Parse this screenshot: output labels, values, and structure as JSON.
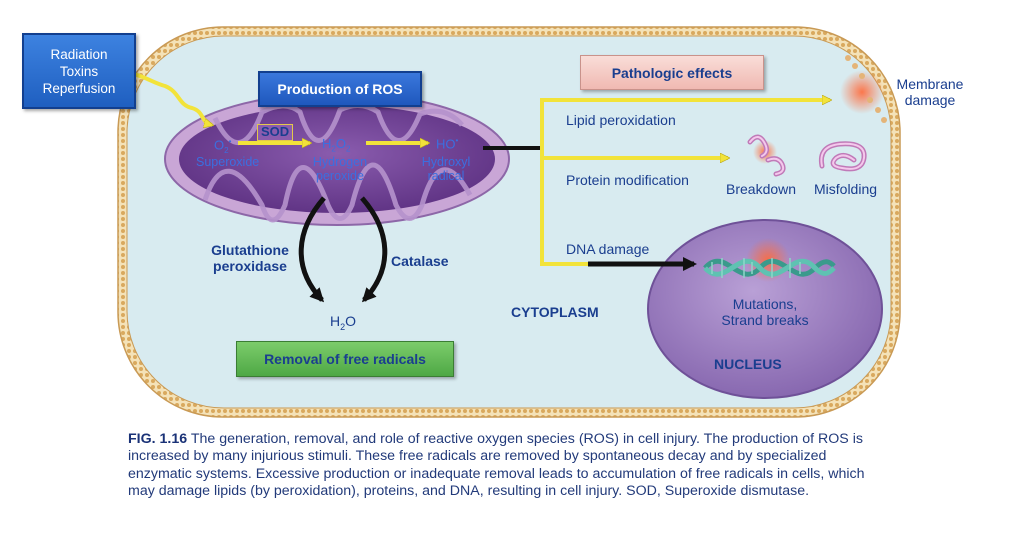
{
  "stimuli": [
    "Radiation",
    "Toxins",
    "Reperfusion"
  ],
  "production_title": "Production of ROS",
  "species": [
    {
      "formula_base": "O",
      "formula_sub": "2",
      "formula_sup": "•",
      "name": "Superoxide"
    },
    {
      "formula_base": "H",
      "formula_sub": "2",
      "formula_mid": "O",
      "formula_sub2": "2",
      "name_line1": "Hydrogen",
      "name_line2": "peroxide"
    },
    {
      "formula_base": "HO",
      "formula_sup": "•",
      "name_line1": "Hydroxyl",
      "name_line2": "radical"
    }
  ],
  "enzyme_sod": "SOD",
  "glutathione_line1": "Glutathione",
  "glutathione_line2": "peroxidase",
  "catalase": "Catalase",
  "water_base": "H",
  "water_sub": "2",
  "water_mid": "O",
  "removal_title": "Removal of free radicals",
  "pathologic_title": "Pathologic effects",
  "effects": [
    "Lipid peroxidation",
    "Protein modification",
    "DNA damage"
  ],
  "membrane_line1": "Membrane",
  "membrane_line2": "damage",
  "protein_outcomes": [
    "Breakdown",
    "Misfolding"
  ],
  "cytoplasm": "CYTOPLASM",
  "nucleus": "NUCLEUS",
  "mutations_line1": "Mutations,",
  "mutations_line2": "Strand breaks",
  "caption_label": "FIG. 1.16",
  "caption_text": "The generation, removal, and role of reactive oxygen species (ROS) in cell injury. The production of ROS is increased by many injurious stimuli. These free radicals are removed by spontaneous decay and by specialized enzymatic systems. Excessive production or inadequate removal leads to accumulation of free radicals in cells, which may damage lipids (by peroxidation), proteins, and DNA, resulting in cell injury. SOD, Superoxide dismutase.",
  "colors": {
    "cytoplasm": "#d8ebf0",
    "membrane": "#e0b878",
    "mitochondrion": "#7a4a9c",
    "nucleus": "#9d80bd",
    "yellow_arrow": "#f2e33a",
    "label_blue": "#1a3e8f",
    "stimuli_box": "#2b6fd1",
    "production_box": "#2b63c8",
    "pathologic_box": "#f4c9c4",
    "removal_box": "#5fb85a"
  }
}
